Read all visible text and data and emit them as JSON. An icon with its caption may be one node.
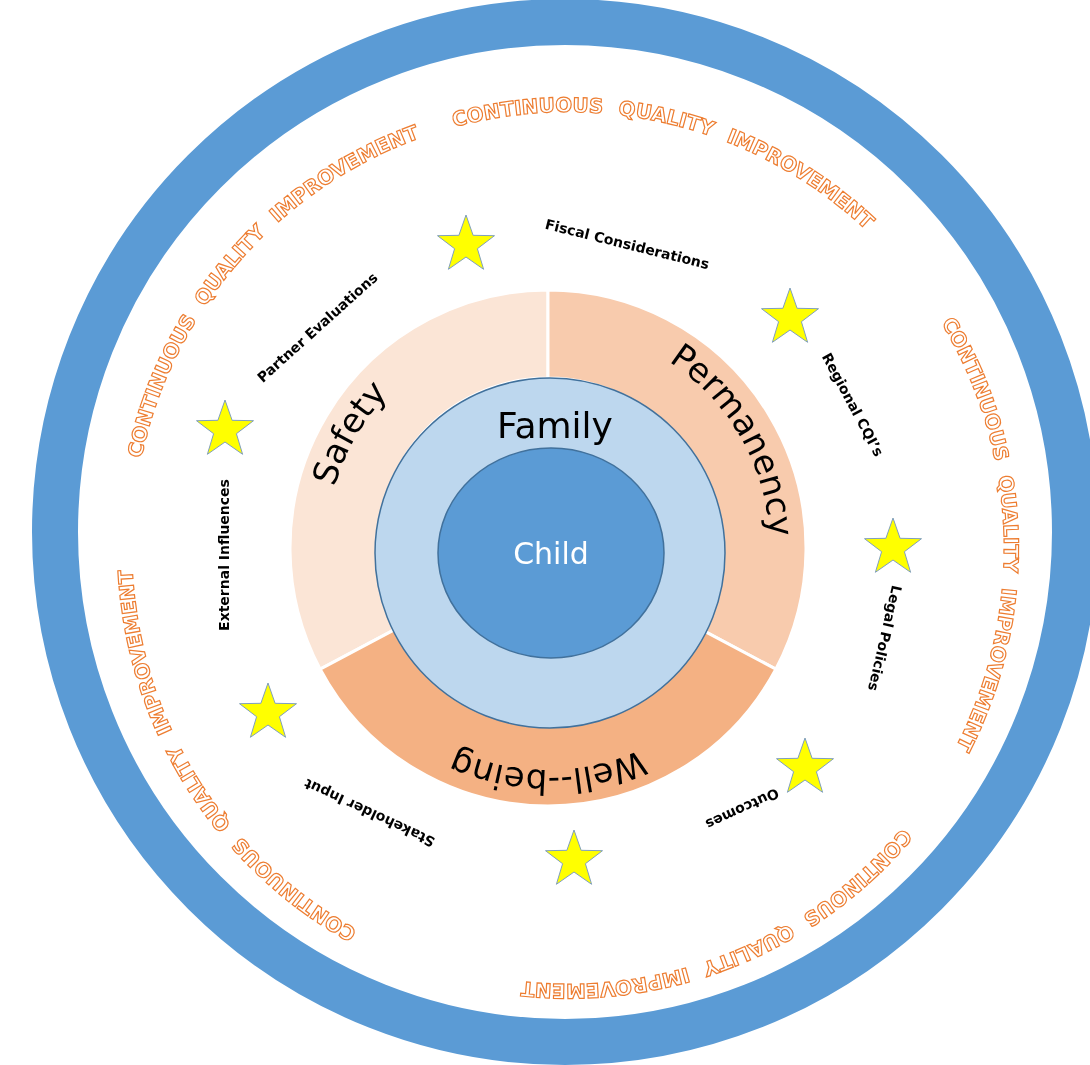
{
  "diagram": {
    "nodes": [
      {
        "text": [
          "Safety"
        ]
      },
      {
        "text": [
          "Permanency"
        ]
      },
      {
        "text": [
          "Well--being"
        ]
      },
      {
        "text": [
          "Family"
        ]
      },
      {
        "text": [
          "Child"
        ],
        "in": 3
      }
    ],
    "labels": [
      "CONTINUOUS QUALITY IMPROVEMENT",
      "CONTINUOUS QUALITY IMPROVEMENT",
      "CONTINUOUS QUALITY IMPROVEMENT",
      "CONTINOUS QUALITY IMPROVEMENT",
      "CONTINUOUS QUALITY IMPROVEMENT",
      "Fiscal Considerations",
      "Partner Evaluations",
      "Regional CQI’s",
      "External Influences",
      "Legal Policies",
      "Outcomes",
      "Stakeholder Input"
    ]
  }
}
